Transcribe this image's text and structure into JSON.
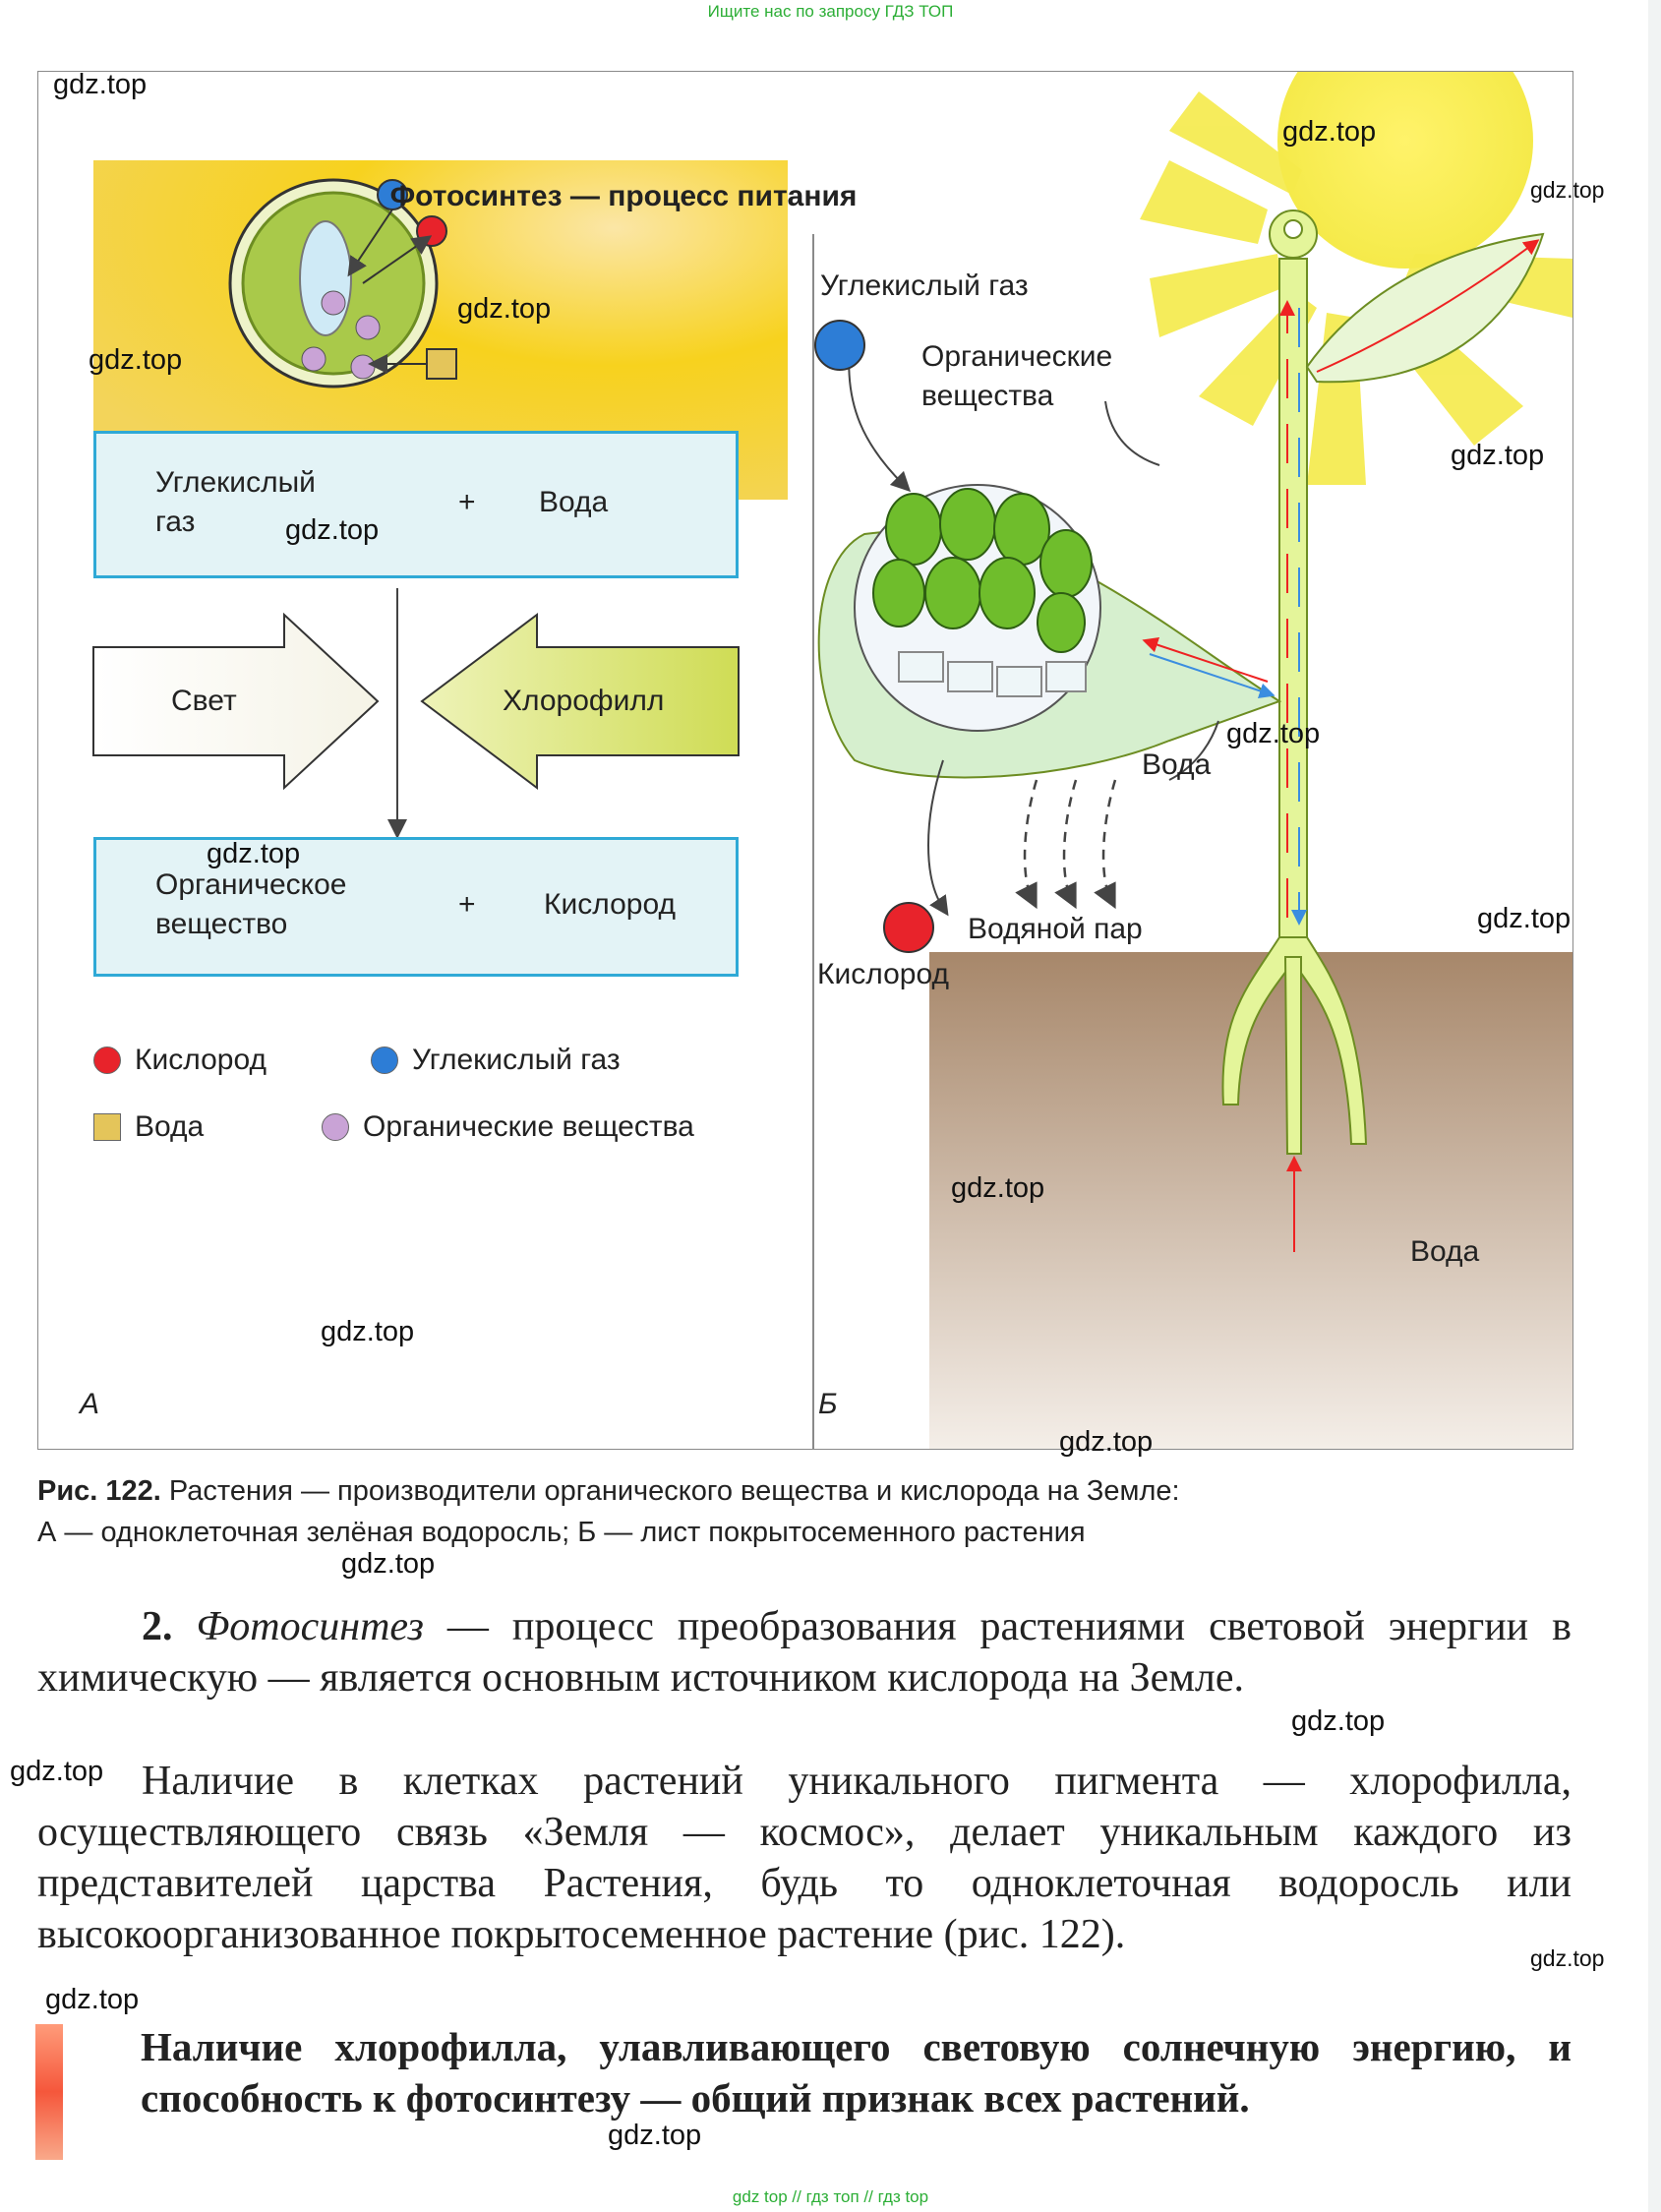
{
  "banner_top": "Ищите нас по запросу ГДЗ ТОП",
  "banner_bottom": "gdz top  //  гдз топ  //  гдз top",
  "watermark": "gdz.top",
  "figure": {
    "title": "Фотосинтез — процесс питания",
    "panel_a": {
      "box_top_left": "Углекислый газ",
      "box_top_plus": "+",
      "box_top_right": "Вода",
      "arrow_left": "Свет",
      "arrow_right": "Хлорофилл",
      "box_bottom_left": "Органическое вещество",
      "box_bottom_plus": "+",
      "box_bottom_right": "Кислород",
      "legend": [
        {
          "label": "Кислород",
          "color": "#e8232b",
          "shape": "circle"
        },
        {
          "label": "Углекислый газ",
          "color": "#2d7dd6",
          "shape": "circle"
        },
        {
          "label": "Вода",
          "color": "#e4c55a",
          "shape": "square"
        },
        {
          "label": "Органические вещества",
          "color": "#c9a3d6",
          "shape": "circle"
        }
      ],
      "letter": "А"
    },
    "panel_b": {
      "co2": "Углекислый газ",
      "organic": "Органические вещества",
      "water_leaf": "Вода",
      "vapor": "Водяной пар",
      "oxygen": "Кислород",
      "water_root": "Вода",
      "letter": "Б"
    }
  },
  "caption": {
    "number": "Рис. 122.",
    "line1": " Растения — производители органического вещества и кислорода на Земле:",
    "line2": "А — одноклеточная зелёная водоросль; Б — лист покрытосеменного растения"
  },
  "paragraph1": {
    "number": "2. ",
    "term": "Фотосинтез",
    "text": " — процесс преобразования растениями световой энергии в химическую — является основным источником кислорода на Земле."
  },
  "paragraph2": "Наличие в клетках растений уникального пигмента — хлорофилла, осуществляющего связь «Земля — космос», делает уникальным каждого из представителей царства Растения, будь то одноклеточная водоросль или высокоорганизованное покрытосеменное растение (рис. 122).",
  "highlight": "Наличие хлорофилла, улавливающего световую солнечную энергию, и способность к фотосинтезу — общий признак всех растений.",
  "colors": {
    "box_border": "#2fa9d6",
    "box_fill": "#e3f3f6",
    "accent_green": "#2cae36",
    "sun_yellow": "#f7d21e"
  }
}
